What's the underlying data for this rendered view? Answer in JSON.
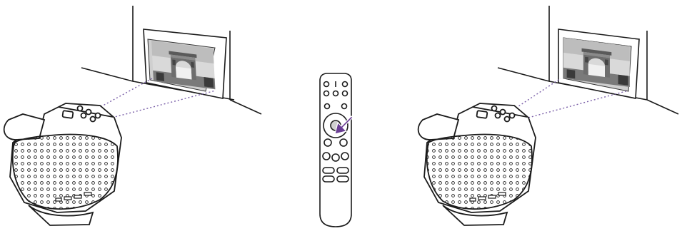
{
  "illustration": {
    "panels": [
      {
        "id": "left",
        "content": "projector-with-keystoned-image"
      },
      {
        "id": "center",
        "content": "remote-control-ok-button"
      },
      {
        "id": "right",
        "content": "projector-with-corrected-image"
      }
    ],
    "colors": {
      "line": "#1a1a1a",
      "projection_dots": "#7a5fa8",
      "arrow": "#6a3d94",
      "picture_sky": "#cfcfcf",
      "picture_dark": "#555555"
    },
    "icons": [
      "projector",
      "wall",
      "projected-image",
      "arc-de-triomphe",
      "remote-control",
      "ok-button",
      "press-arrow"
    ]
  }
}
